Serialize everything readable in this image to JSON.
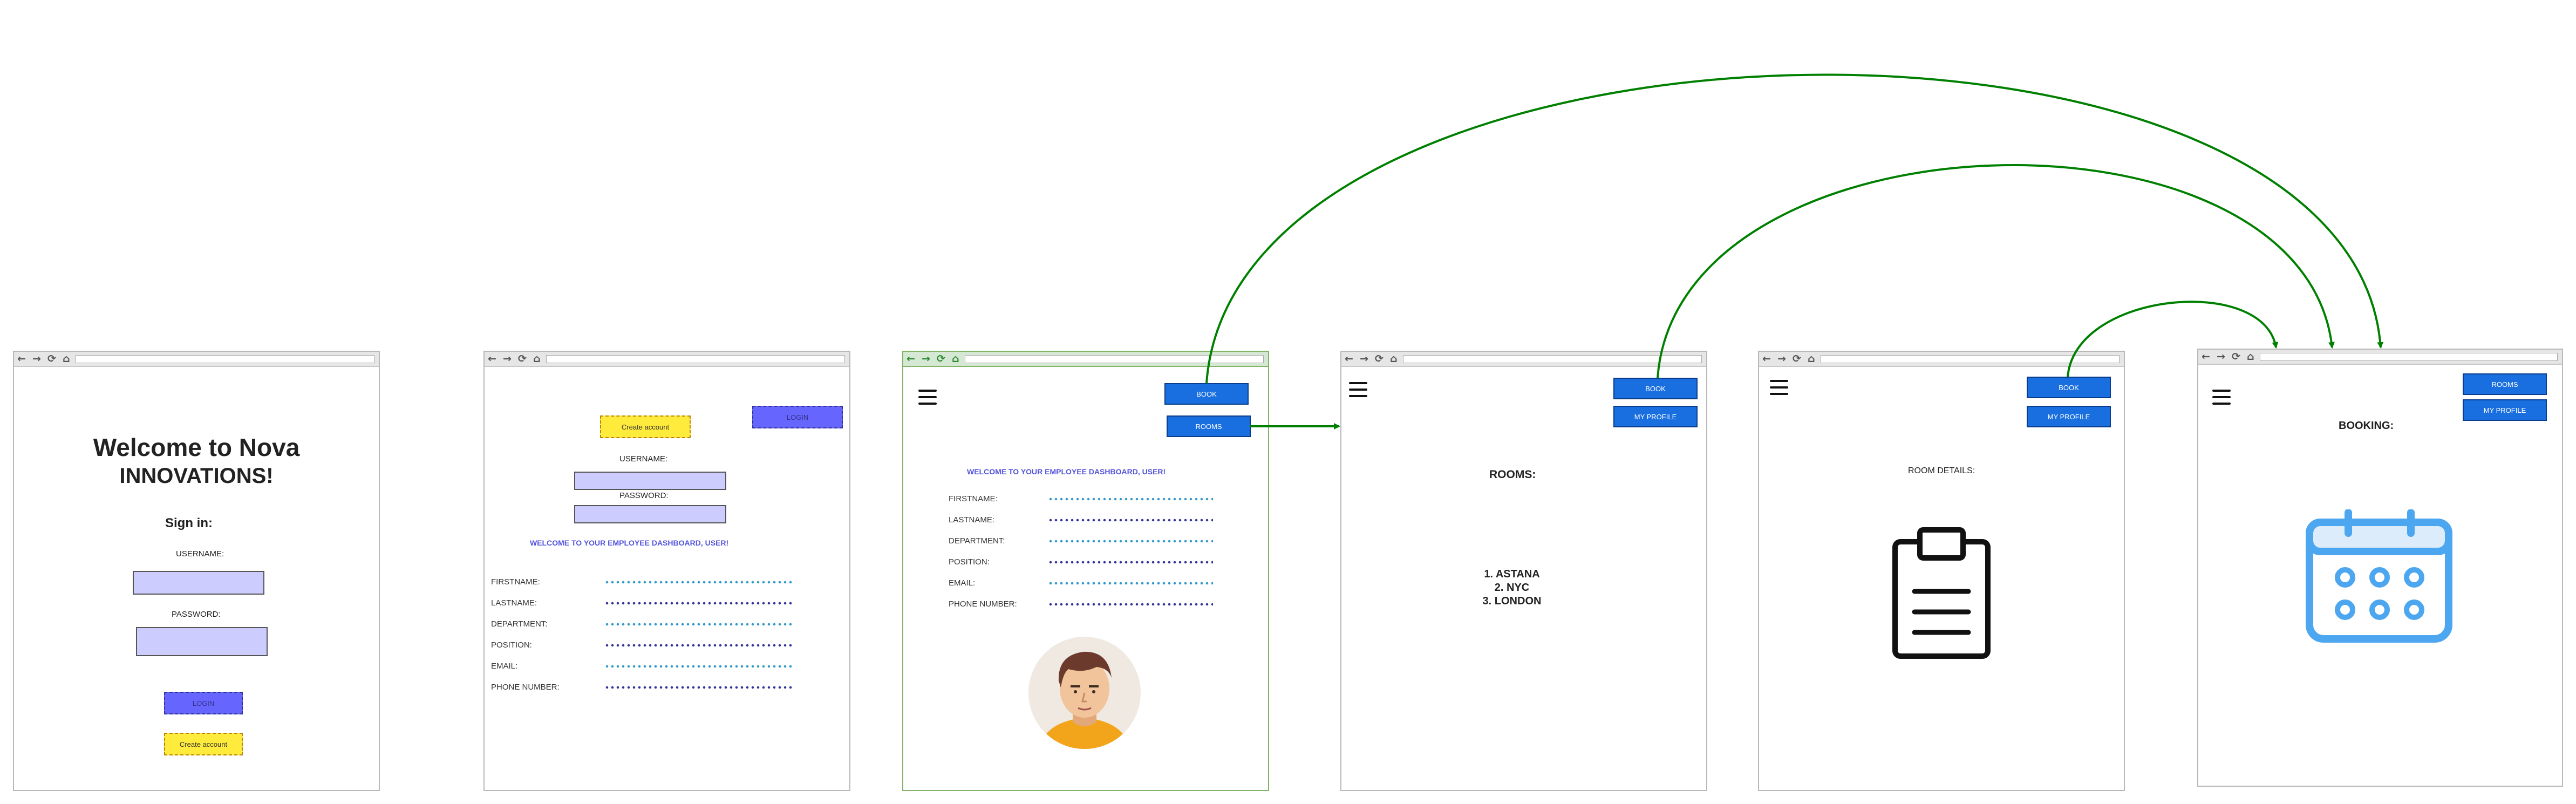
{
  "screens": {
    "login": {
      "title_line1": "Welcome to Nova",
      "title_line2": "INNOVATIONS!",
      "sign_in": "Sign in:",
      "username_label": "USERNAME:",
      "password_label": "PASSWORD:",
      "login_button": "LOGIN",
      "create_account_button": "Create account"
    },
    "register": {
      "create_account_button": "Create account",
      "login_button": "LOGIN",
      "username_label": "USERNAME:",
      "password_label": "PASSWORD:",
      "welcome": "WELCOME TO YOUR EMPLOYEE DASHBOARD, USER!",
      "fields": [
        "FIRSTNAME:",
        "LASTNAME:",
        "DEPARTMENT:",
        "POSITION:",
        "EMAIL:",
        "PHONE NUMBER:"
      ]
    },
    "dashboard": {
      "book_button": "BOOK",
      "rooms_button": "ROOMS",
      "welcome": "WELCOME TO YOUR EMPLOYEE DASHBOARD, USER!",
      "fields": [
        "FIRSTNAME:",
        "LASTNAME:",
        "DEPARTMENT:",
        "POSITION:",
        "EMAIL:",
        "PHONE NUMBER:"
      ],
      "avatar_icon": "user-avatar-icon"
    },
    "rooms": {
      "book_button": "BOOK",
      "profile_button": "MY PROFILE",
      "heading": "ROOMS:",
      "rooms_list": [
        "1. ASTANA",
        "2. NYC",
        "3. LONDON"
      ]
    },
    "room_details": {
      "book_button": "BOOK",
      "profile_button": "MY PROFILE",
      "heading": "ROOM DETAILS:",
      "icon": "clipboard-icon"
    },
    "booking": {
      "rooms_button": "ROOMS",
      "profile_button": "MY PROFILE",
      "heading": "BOOKING:",
      "icon": "calendar-icon"
    }
  },
  "colors": {
    "connector": "#008000",
    "button_blue": "#1a6fe0",
    "input_lavender": "#ccccff",
    "button_purple": "#6666ff",
    "button_yellow": "#ffeb3b",
    "calendar": "#4da6f0"
  }
}
